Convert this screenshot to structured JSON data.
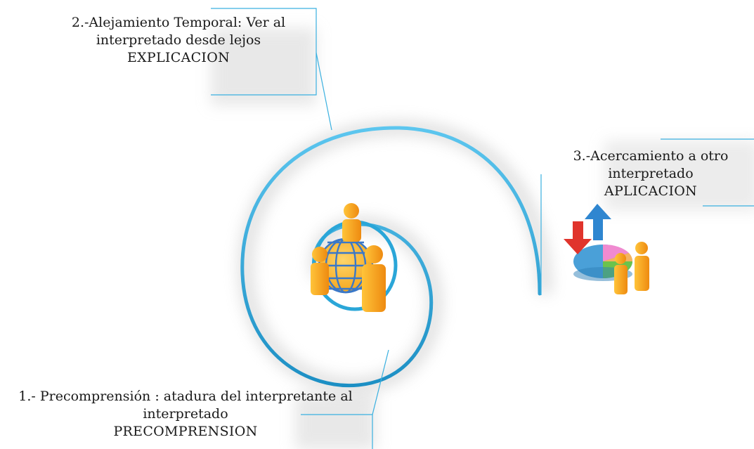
{
  "diagram": {
    "steps": [
      {
        "id": "step-1",
        "title_line1": "1.- Precomprensión : atadura del interpretante al",
        "title_line2": "interpretado",
        "keyword": "PRECOMPRENSION"
      },
      {
        "id": "step-2",
        "title_line1": "2.-Alejamiento Temporal: Ver al",
        "title_line2": "interpretado desde lejos",
        "keyword": "EXPLICACION"
      },
      {
        "id": "step-3",
        "title_line1": "3.-Acercamiento a otro",
        "title_line2": "interpretado",
        "keyword": "APLICACION"
      }
    ],
    "icons": [
      "people-globe-icon",
      "data-arrows-pie-icon"
    ],
    "colors": {
      "spiral": "#2aa6d8",
      "connector": "#3ab0e0",
      "person": "#f2a21c",
      "globe": "#3a78c8",
      "text": "#1a1a1a"
    }
  }
}
